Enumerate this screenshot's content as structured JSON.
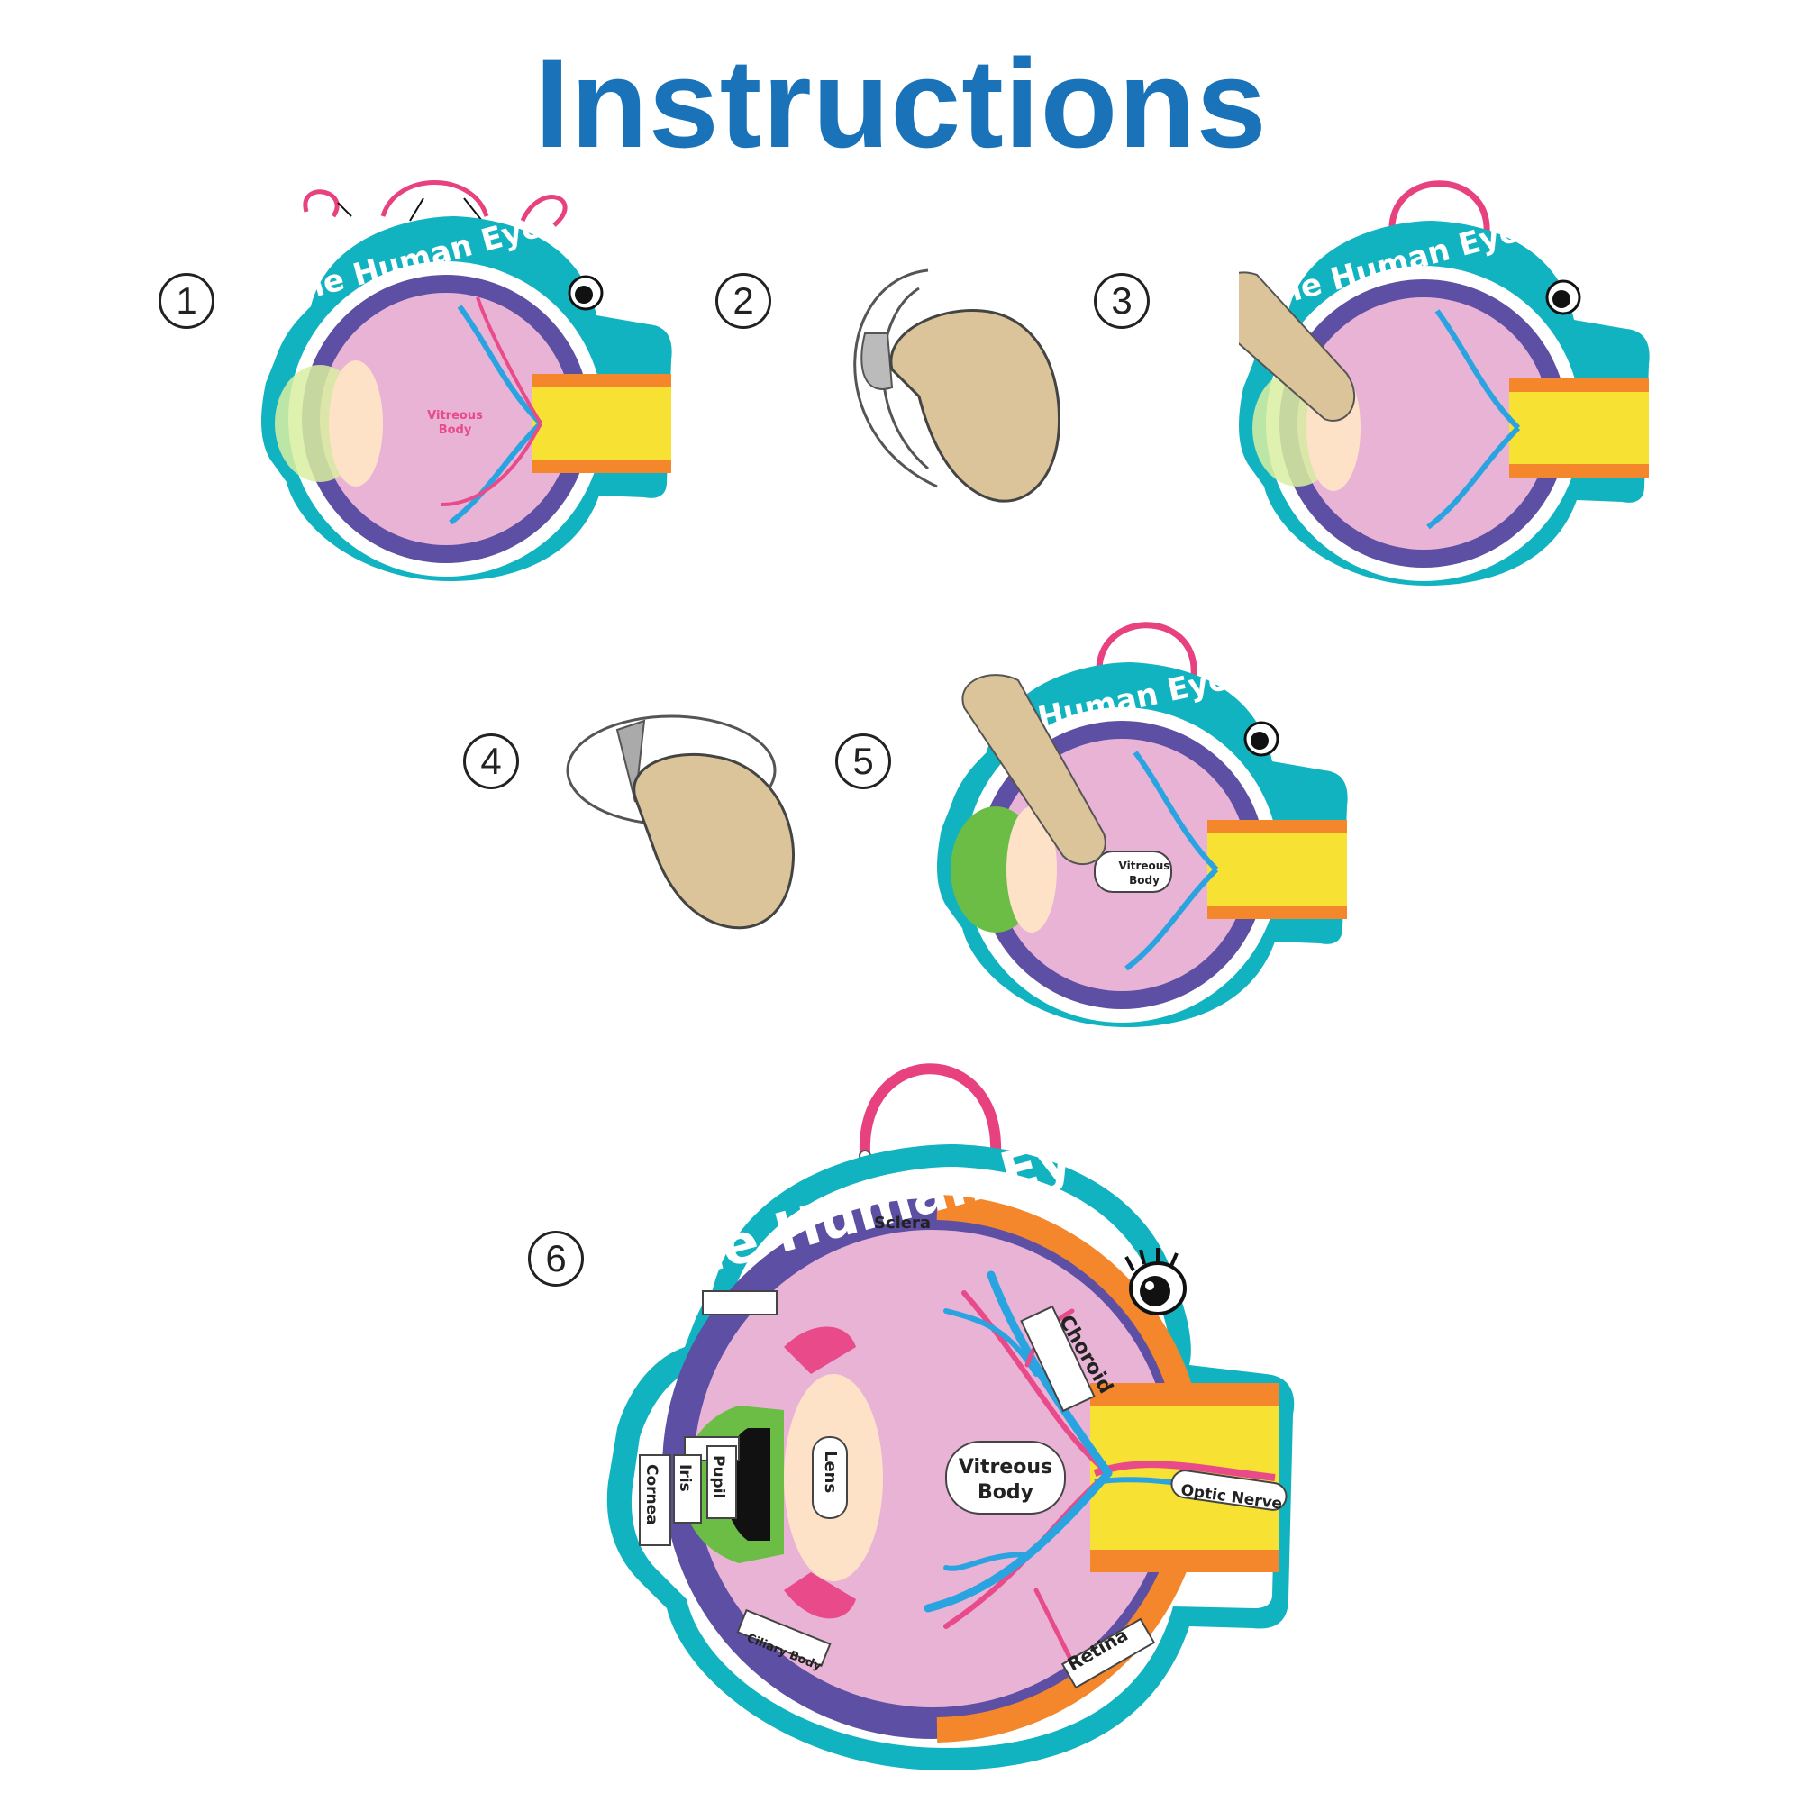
{
  "title": "Instructions",
  "steps": [
    {
      "number": "1"
    },
    {
      "number": "2"
    },
    {
      "number": "3"
    },
    {
      "number": "4"
    },
    {
      "number": "5"
    },
    {
      "number": "6"
    }
  ],
  "eye": {
    "title": "The Human Eye",
    "labels": {
      "sclera": "Sclera",
      "choroid": "Choroid",
      "lens": "Lens",
      "vitreous_line1": "Vitreous",
      "vitreous_line2": "Body",
      "optic_nerve": "Optic Nerve",
      "retina": "Retina",
      "cornea": "Cornea",
      "iris": "Iris",
      "pupil": "Pupil",
      "ciliary_body": "Ciliary Body"
    }
  },
  "colors": {
    "title_blue": "#1a73b8",
    "teal": "#12b3c0",
    "purple": "#5d4fa3",
    "orange": "#f4862b",
    "pink_body": "#e9b3d6",
    "hot_pink": "#e84a8a",
    "yellow": "#f7e234",
    "green": "#6bbd45",
    "lens_cream": "#fde2c8",
    "vessel_blue": "#2aa4e0",
    "hanger_pink": "#e8417f",
    "skin": "#dcc49a"
  }
}
